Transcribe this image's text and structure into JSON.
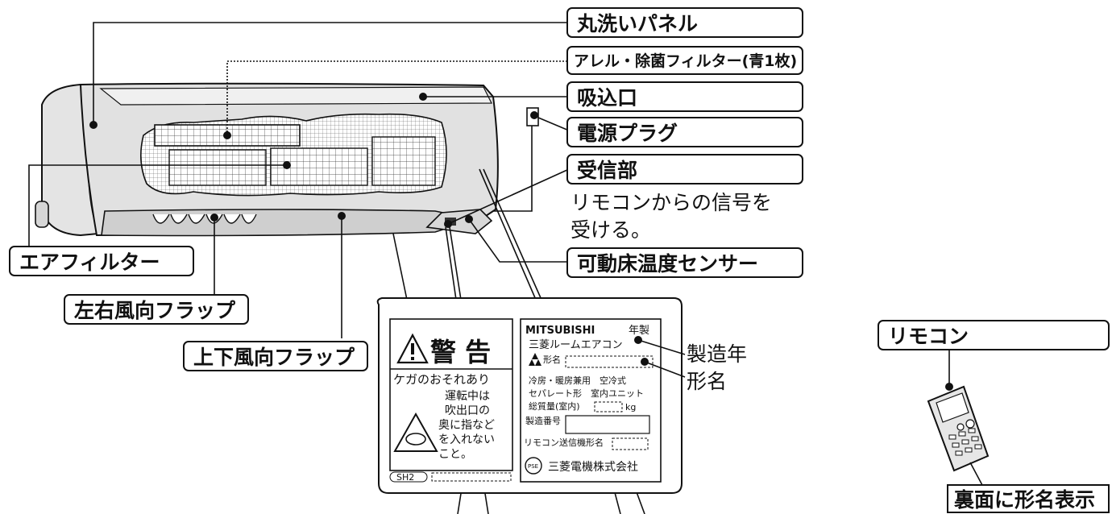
{
  "callouts": {
    "panel": "丸洗いパネル",
    "allergen_filter": "アレル・除菌フィルター(青1枚)",
    "intake": "吸込口",
    "power_plug": "電源プラグ",
    "receiver": "受信部",
    "receiver_desc_1": "リモコンからの信号を",
    "receiver_desc_2": "受ける。",
    "floor_sensor": "可動床温度センサー",
    "air_filter": "エアフィルター",
    "lr_flap": "左右風向フラップ",
    "ud_flap": "上下風向フラップ",
    "remote": "リモコン",
    "model_on_back": "裏面に形名表示",
    "manufacture_year": "製造年",
    "model_name": "形名"
  },
  "warning_label": {
    "title": "警 告",
    "subtitle": "ケガのおそれあり",
    "line1": "運転中は",
    "line2": "吹出口の",
    "line3": "奥に指など",
    "line4": "を入れない",
    "line5": "こと。",
    "code": "SH2"
  },
  "rating_plate": {
    "brand": "MITSUBISHI",
    "year_label": "年製",
    "product": "三菱ルームエアコン",
    "model_label": "形名",
    "spec1": "冷房・暖房兼用　空冷式",
    "spec2": "セパレート形　室内ユニット",
    "weight_label": "総質量(室内)",
    "weight_unit": "kg",
    "serial_label": "製造番号",
    "remote_model_label": "リモコン送信機形名",
    "pse": "PSE",
    "maker": "三菱電機株式会社"
  }
}
